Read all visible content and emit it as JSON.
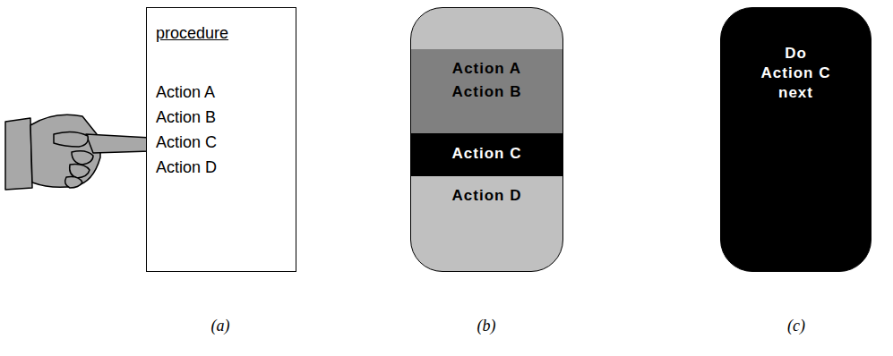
{
  "diagram": {
    "nodes": [
      {
        "text": [
          "procedure",
          "Action A",
          "Action B",
          "Action C",
          "Action D"
        ]
      },
      {
        "text": [
          "Action D"
        ]
      },
      {
        "text": [
          "Action A",
          "Action B"
        ],
        "in": 1
      },
      {
        "text": [
          "Action C"
        ],
        "in": 1
      },
      {
        "text": [
          "Do Action C next"
        ]
      }
    ],
    "labels": [
      "(a)",
      "(b)",
      "(c)"
    ]
  }
}
